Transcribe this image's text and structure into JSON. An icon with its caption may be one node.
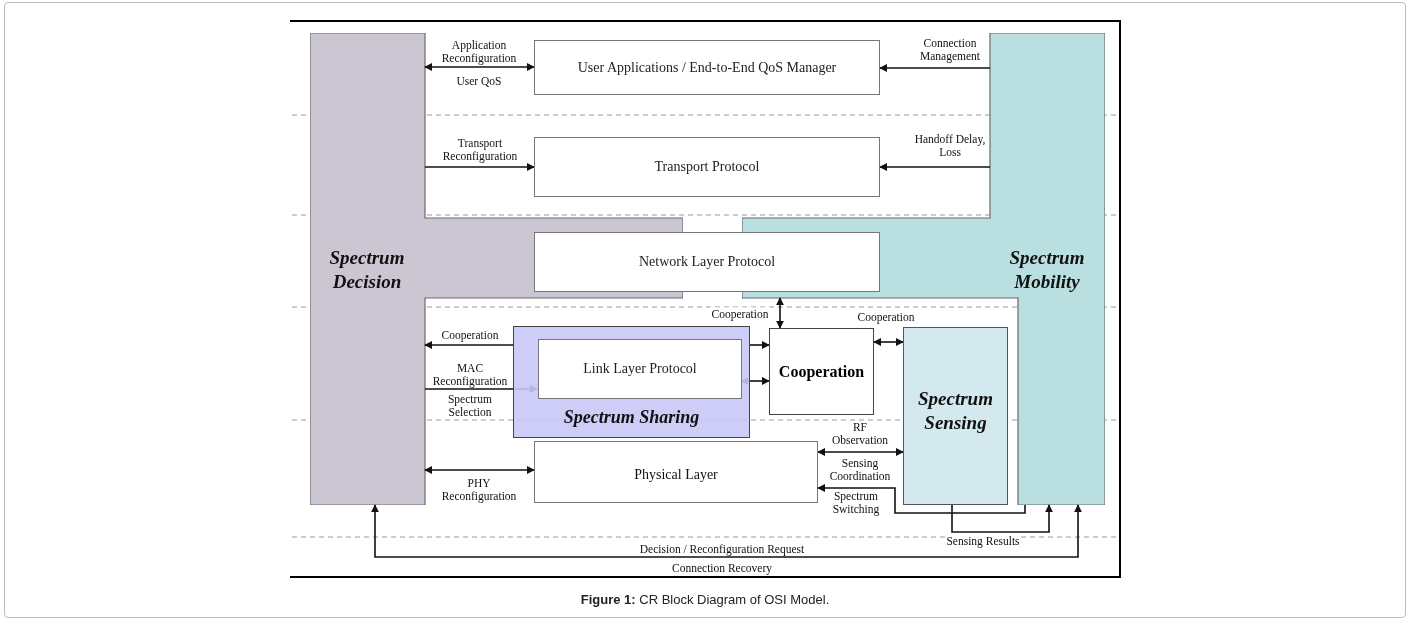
{
  "diagram": {
    "caption": "**Figure 1:** CR Block Diagram of OSI Model.",
    "nodes": [
      {
        "text": [
          "Spectrum Decision"
        ]
      },
      {
        "text": [
          "User Applications / End-to-End QoS Manager"
        ]
      },
      {
        "text": [
          "Transport Protocol"
        ]
      },
      {
        "text": [
          "Network Layer Protocol"
        ]
      },
      {
        "text": [
          "Spectrum Mobility"
        ]
      },
      {
        "text": [
          "Spectrum Sharing"
        ]
      },
      {
        "text": [
          "Link Layer Protocol"
        ],
        "in": 5
      },
      {
        "text": [
          "Cooperation"
        ]
      },
      {
        "text": [
          "Spectrum Sensing"
        ]
      },
      {
        "text": [
          "Physical Layer"
        ]
      }
    ],
    "edges": [
      {
        "from": 0,
        "to": 1,
        "arrow": "both",
        "label": "Application Reconfiguration"
      },
      {
        "from": 0,
        "to": 2,
        "arrow": "to",
        "label": "Transport Reconfiguration"
      },
      {
        "from": 4,
        "to": 1,
        "arrow": "to",
        "label": "Connection Management"
      },
      {
        "from": 4,
        "to": 2,
        "arrow": "to",
        "label": "Handoff Delay, Loss"
      },
      {
        "from": 4,
        "to": 7,
        "arrow": "both",
        "label": "Cooperation"
      },
      {
        "from": 5,
        "to": 0,
        "arrow": "to",
        "label": "Cooperation"
      },
      {
        "from": 0,
        "to": 6,
        "arrow": "to",
        "label": "MAC Reconfiguration"
      },
      {
        "from": 5,
        "to": 7,
        "arrow": "to"
      },
      {
        "from": 6,
        "to": 7,
        "arrow": "both"
      },
      {
        "from": 7,
        "to": 8,
        "arrow": "both",
        "label": "Cooperation"
      },
      {
        "from": 8,
        "to": 9,
        "arrow": "both",
        "label": "RF Observation"
      },
      {
        "from": 4,
        "to": 9,
        "arrow": "to",
        "label": "Spectrum Switching"
      },
      {
        "from": 8,
        "to": 4,
        "arrow": "to",
        "label": "Sensing Results"
      },
      {
        "from": 0,
        "to": 4,
        "arrow": "both",
        "label": "Decision / Reconfiguration Request"
      },
      {
        "from": 0,
        "to": 9,
        "arrow": "both",
        "label": "PHY Reconfiguration"
      }
    ],
    "labels": [
      "User QoS",
      "Spectrum Selection",
      "Sensing Coordination",
      "Connection Recovery"
    ]
  }
}
